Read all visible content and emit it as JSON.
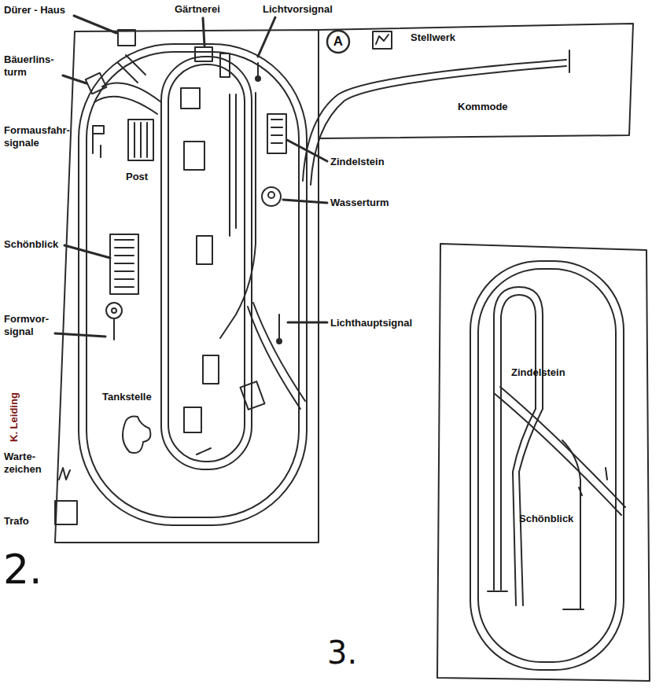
{
  "diagram": {
    "nodes": [
      {
        "text": [
          "A"
        ]
      }
    ],
    "labels": [
      "Dürer - Haus",
      "Gärtnerei",
      "Lichtvorsignal",
      "Stellwerk",
      "Bäuerlins- turm",
      "Kommode",
      "Formausfahr- signale",
      "Post",
      "Zindelstein",
      "Wasserturm",
      "Schönblick",
      "Formvor- signal",
      "Lichthauptsignal",
      "Tankstelle",
      "K. Leiding",
      "Warte- zeichen",
      "Trafo",
      "2.",
      "Zindelstein",
      "Schönblick",
      "3."
    ]
  }
}
